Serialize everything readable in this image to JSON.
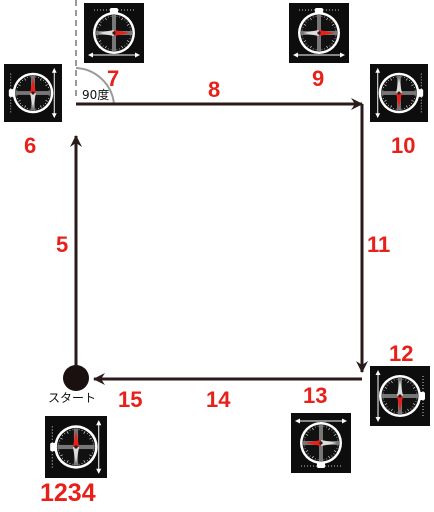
{
  "labels": {
    "step_1234": "1234",
    "step_5": "5",
    "step_6": "6",
    "step_7": "7",
    "step_8": "8",
    "step_9": "9",
    "step_10": "10",
    "step_11": "11",
    "step_12": "12",
    "step_13": "13",
    "step_14": "14",
    "step_15": "15",
    "start": "スタート",
    "angle": "90度"
  },
  "compass_icons": [
    {
      "name": "compass-icon-start",
      "heading": "north"
    },
    {
      "name": "compass-icon-6",
      "heading": "north"
    },
    {
      "name": "compass-icon-7",
      "heading": "east"
    },
    {
      "name": "compass-icon-9",
      "heading": "east"
    },
    {
      "name": "compass-icon-10",
      "heading": "south"
    },
    {
      "name": "compass-icon-12",
      "heading": "south"
    },
    {
      "name": "compass-icon-13",
      "heading": "west"
    }
  ],
  "colors": {
    "accent": "#e8201a",
    "path": "#2a1a1a",
    "guide": "#999999",
    "compass_bg": "#0d0d0d"
  }
}
